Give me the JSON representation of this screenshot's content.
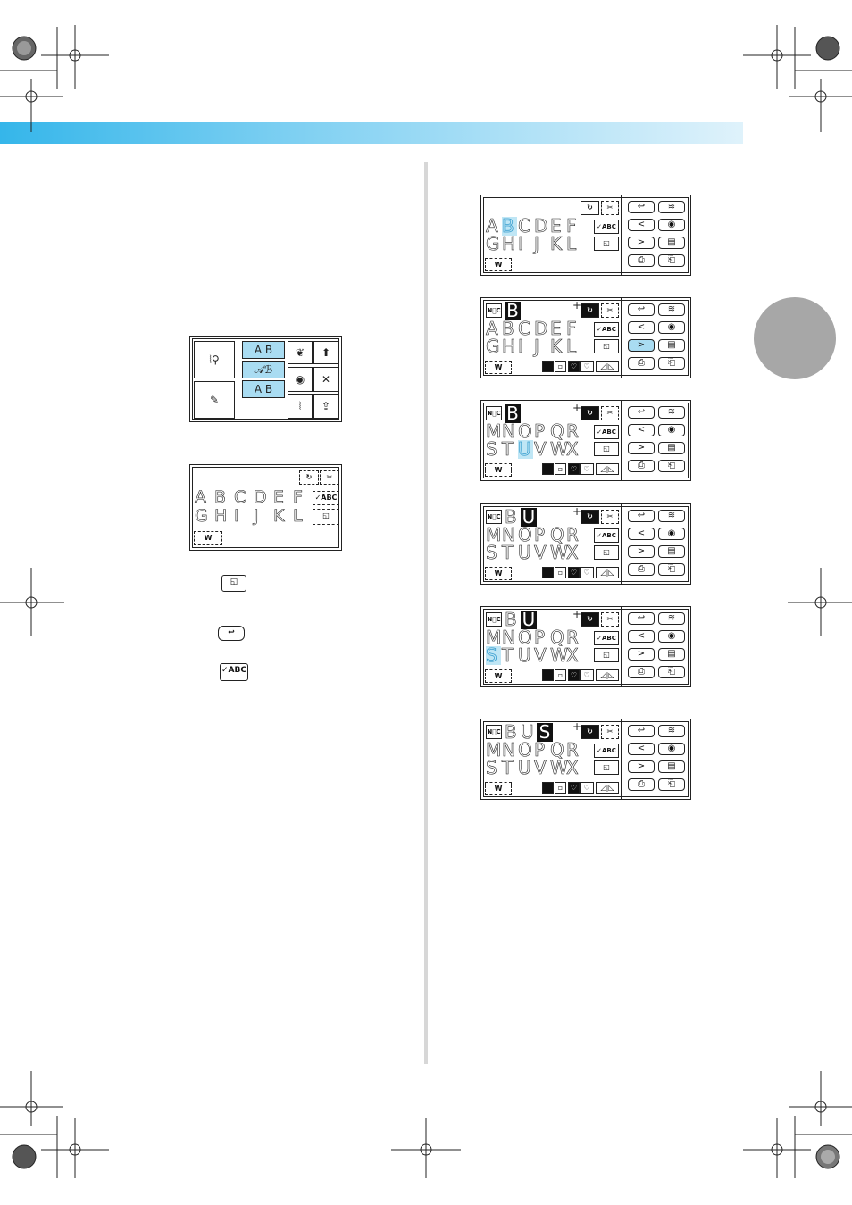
{
  "colors": {
    "header_gradient_start": "#35b6ea",
    "header_gradient_end": "#dff2fb",
    "selection": "#bfe6f5",
    "thumb_tab": "#a7a7a7",
    "divider": "#d7d7d7"
  },
  "menu_screen": {
    "cells": [
      {
        "name": "utility-stitch-icon",
        "label": "⦚⚲"
      },
      {
        "name": "font-block-ab",
        "label": "A B"
      },
      {
        "name": "font-script-ab",
        "label": "𝒜ℬ"
      },
      {
        "name": "font-outline-ab",
        "label": "A B"
      },
      {
        "name": "decorative-stitch-icon",
        "label": "❦"
      },
      {
        "name": "satin-stitch-icon",
        "label": "◉"
      },
      {
        "name": "arrow-up-icon",
        "label": "⬆"
      },
      {
        "name": "cross-stitch-icon",
        "label": "✕"
      },
      {
        "name": "my-custom-stitch-icon",
        "label": "✎"
      },
      {
        "name": "zigzag-icon",
        "label": "⦚"
      },
      {
        "name": "retrieve-icon",
        "label": "⇪"
      }
    ]
  },
  "char_screen": {
    "rows": [
      [
        "A",
        "B",
        "C",
        "D",
        "E",
        "F"
      ],
      [
        "G",
        "H",
        "I",
        "J",
        "K",
        "L"
      ]
    ],
    "check_label": "✓ABC",
    "width_label": "W"
  },
  "inline_icons": {
    "size_icon": "◱",
    "back_icon": "↩",
    "check_icon": "✓ABC"
  },
  "screens": [
    {
      "row1": [
        "A",
        "B",
        "C",
        "D",
        "E",
        "F"
      ],
      "row2": [
        "G",
        "H",
        "I",
        "J",
        "K",
        "L"
      ],
      "composed": [],
      "cursor": "",
      "sel_row": 1,
      "sel_col": 1,
      "full": false
    },
    {
      "row1": [
        "A",
        "B",
        "C",
        "D",
        "E",
        "F"
      ],
      "row2": [
        "G",
        "H",
        "I",
        "J",
        "K",
        "L"
      ],
      "composed": [],
      "cursor": "B",
      "sel_row": 0,
      "sel_col": -1,
      "full": true
    },
    {
      "row1": [
        "M",
        "N",
        "O",
        "P",
        "Q",
        "R"
      ],
      "row2": [
        "S",
        "T",
        "U",
        "V",
        "W",
        "X"
      ],
      "composed": [],
      "cursor": "B",
      "sel_row": 2,
      "sel_col": 2,
      "full": true
    },
    {
      "row1": [
        "M",
        "N",
        "O",
        "P",
        "Q",
        "R"
      ],
      "row2": [
        "S",
        "T",
        "U",
        "V",
        "W",
        "X"
      ],
      "composed": [
        "B"
      ],
      "cursor": "U",
      "sel_row": 0,
      "sel_col": -1,
      "full": true
    },
    {
      "row1": [
        "M",
        "N",
        "O",
        "P",
        "Q",
        "R"
      ],
      "row2": [
        "S",
        "T",
        "U",
        "V",
        "W",
        "X"
      ],
      "composed": [
        "B"
      ],
      "cursor": "U",
      "sel_row": 2,
      "sel_col": 0,
      "full": true
    },
    {
      "row1": [
        "M",
        "N",
        "O",
        "P",
        "Q",
        "R"
      ],
      "row2": [
        "S",
        "T",
        "U",
        "V",
        "W",
        "X"
      ],
      "composed": [
        "B",
        "U"
      ],
      "cursor": "S",
      "sel_row": 0,
      "sel_col": -1,
      "full": true
    }
  ],
  "panel_buttons": {
    "back": "↩",
    "memory": "≋",
    "left": "<",
    "right": ">",
    "view": "◉",
    "edit": "▤",
    "camera": "⎙",
    "save": "⎗"
  },
  "panel_icons": {
    "repeat": "↻",
    "cut": "✂",
    "check": "✓ABC",
    "size": "◱",
    "width": "W",
    "mirror": "◿|◺",
    "mode_small": "▫",
    "heart": "♡"
  }
}
